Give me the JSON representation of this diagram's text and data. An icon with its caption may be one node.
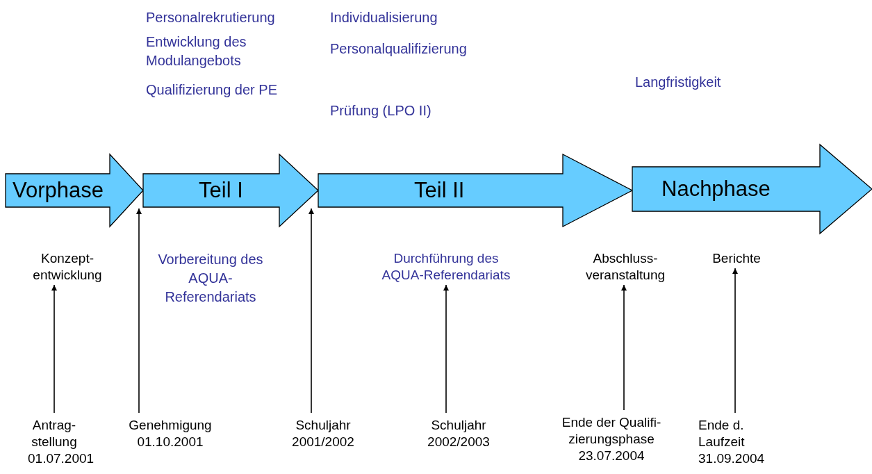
{
  "diagram": {
    "nodes": [
      {
        "text": [
          "Vorphase"
        ]
      },
      {
        "text": [
          "Teil I"
        ]
      },
      {
        "text": [
          "Teil II"
        ]
      },
      {
        "text": [
          "Nachphase"
        ]
      },
      {
        "text": [
          "Konzept-entwicklung"
        ]
      },
      {
        "text": [
          "Durchführung des AQUA-Referendariats"
        ]
      },
      {
        "text": [
          "Abschluss-veranstaltung"
        ]
      },
      {
        "text": [
          "Berichte"
        ]
      },
      {
        "text": [
          "Antrag-stellung",
          "01.07.2001"
        ]
      },
      {
        "text": [
          "Genehmigung",
          "01.10.2001"
        ]
      },
      {
        "text": [
          "Schuljahr",
          "2001/2002"
        ]
      },
      {
        "text": [
          "Schuljahr",
          "2002/2003"
        ]
      },
      {
        "text": [
          "Ende der Qualifi-zierungsphase",
          "23.07.2004"
        ]
      },
      {
        "text": [
          "Ende d. Laufzeit",
          "31.09.2004"
        ]
      }
    ],
    "edges": [
      {
        "from": 8,
        "to": 4,
        "arrow": "to"
      },
      {
        "from": 9,
        "to": 1,
        "arrow": "to"
      },
      {
        "from": 10,
        "to": 2,
        "arrow": "to"
      },
      {
        "from": 11,
        "to": 5,
        "arrow": "to"
      },
      {
        "from": 12,
        "to": 6,
        "arrow": "to"
      },
      {
        "from": 13,
        "to": 7,
        "arrow": "to"
      }
    ],
    "labels": [
      "Personalrekrutierung",
      "Individualisierung",
      "Entwicklung des Modulangebots",
      "Personalqualifizierung",
      "Langfristigkeit",
      "Qualifizierung der PE",
      "Prüfung (LPO II)",
      "Vorbereitung des AQUA-Referendariats"
    ]
  }
}
